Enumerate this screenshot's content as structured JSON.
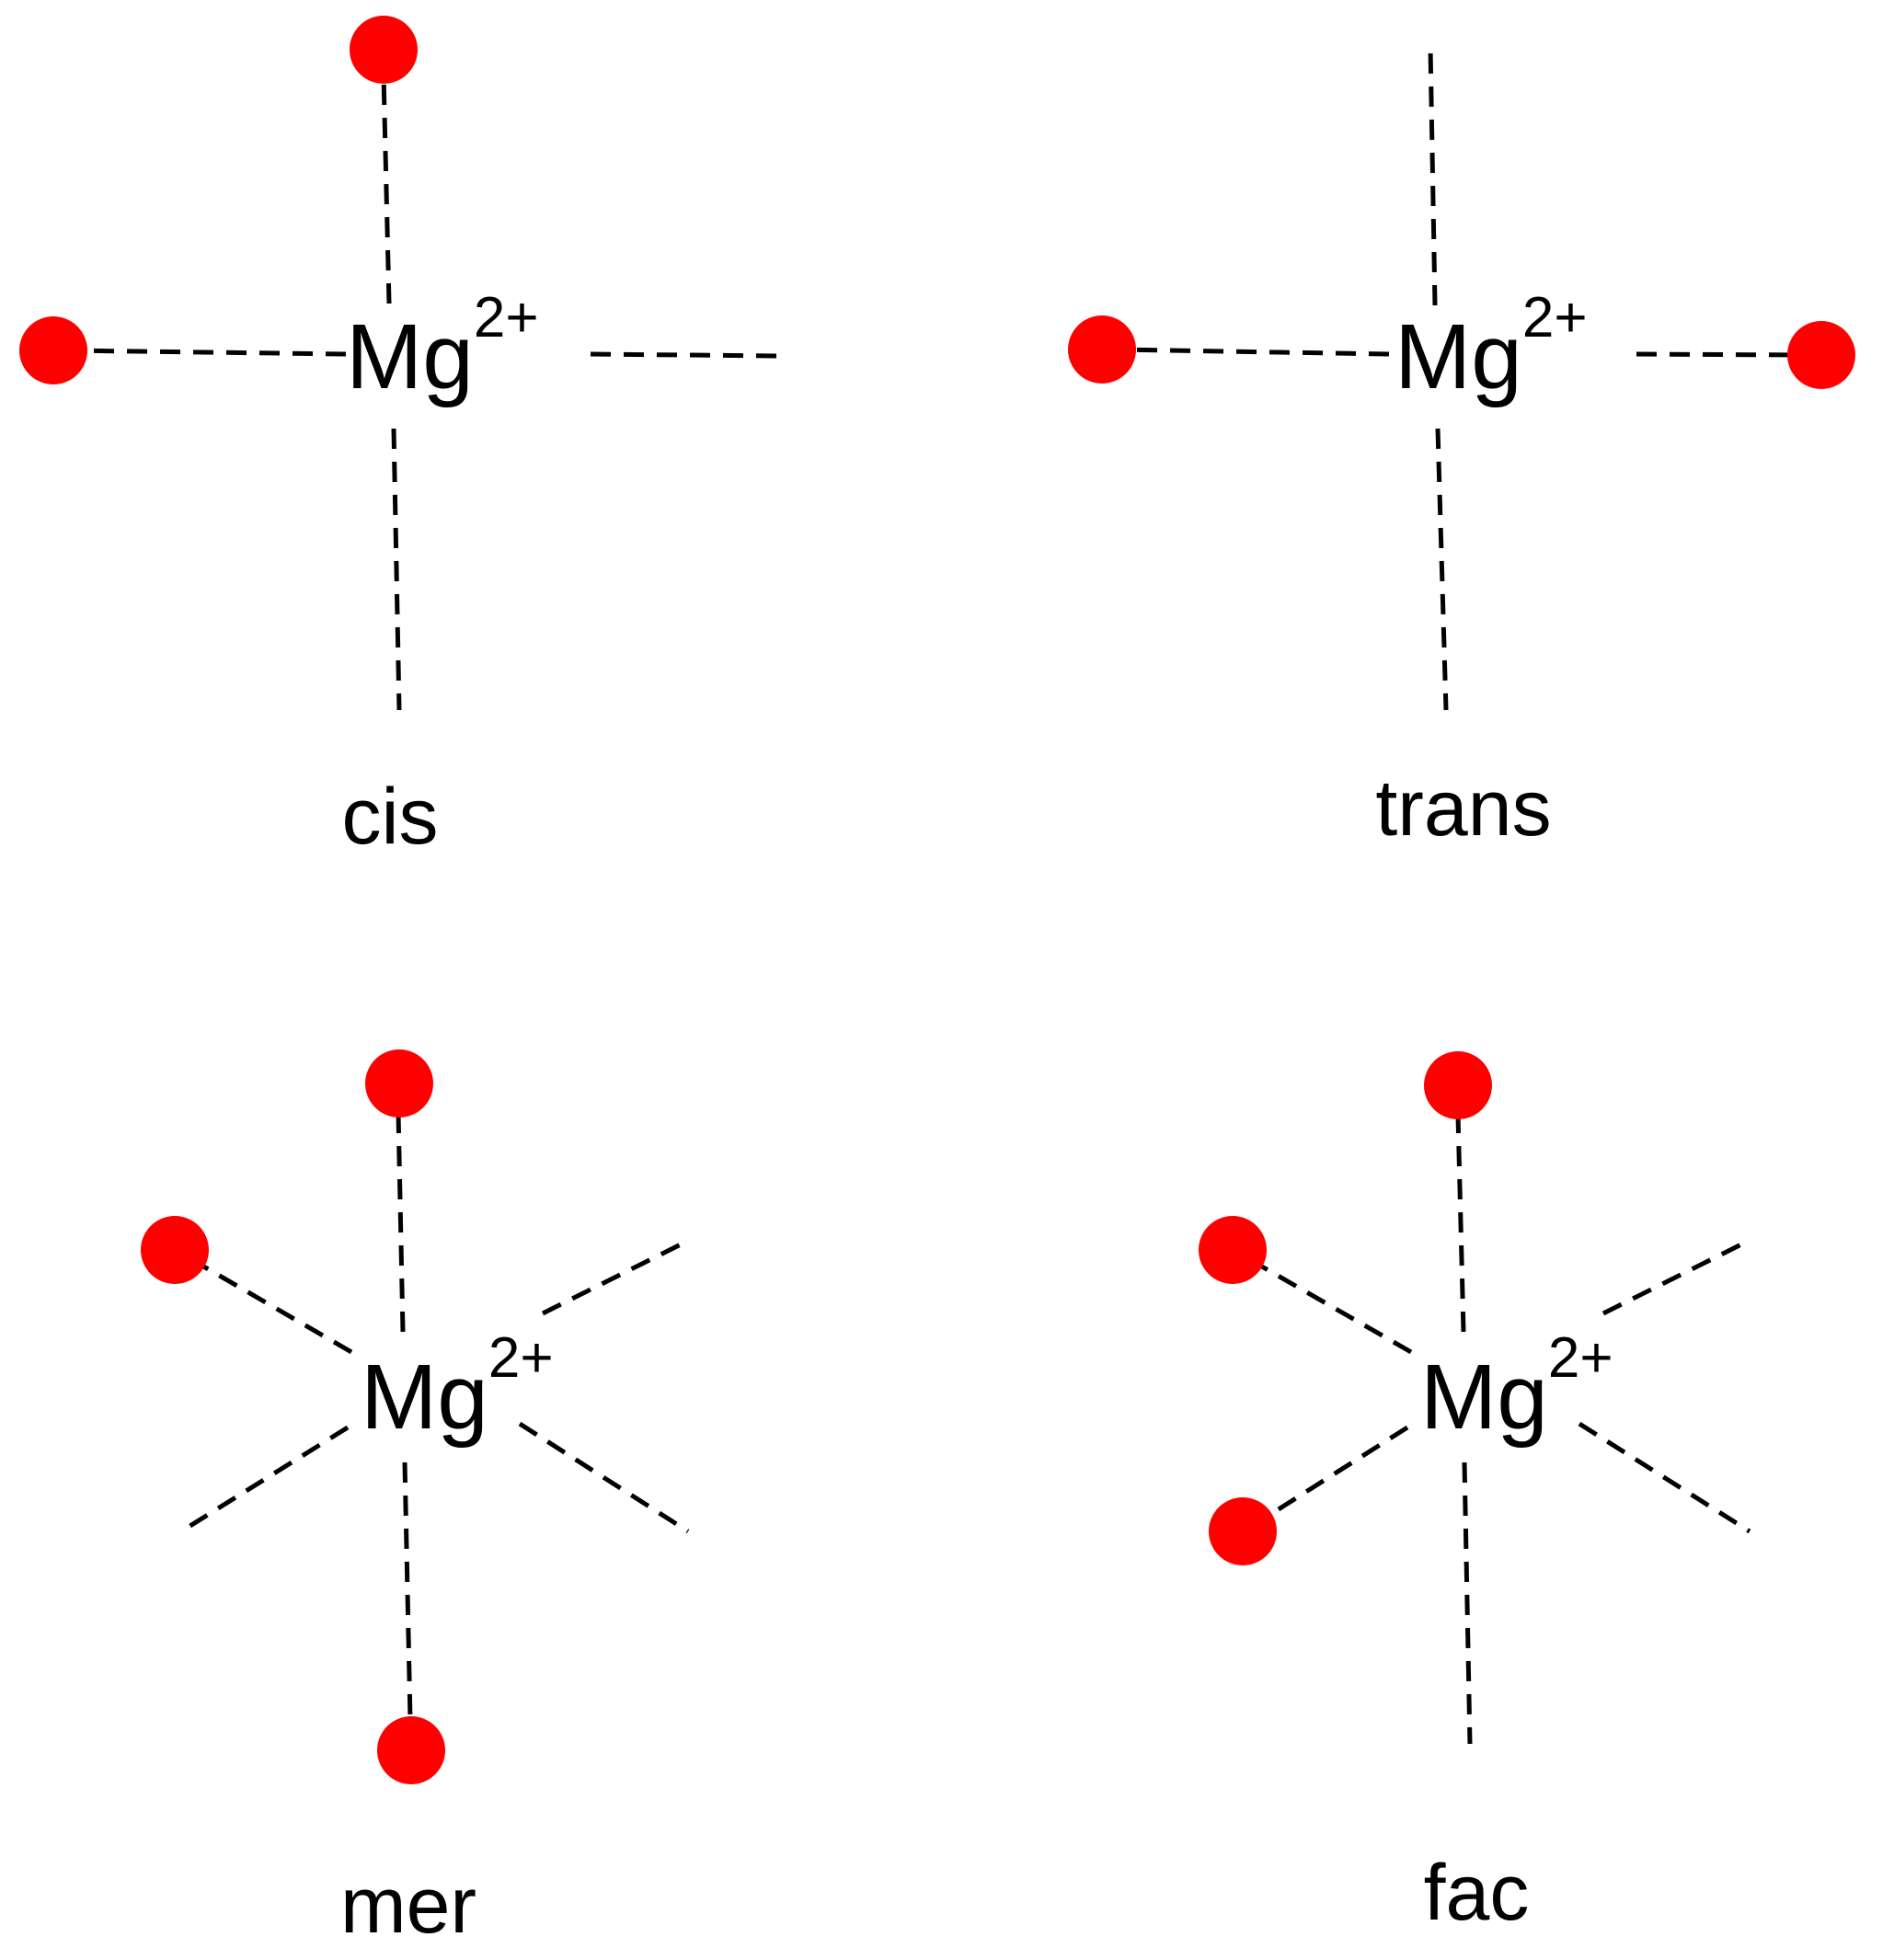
{
  "colors": {
    "ligand": "#ff0000",
    "bond": "#000000"
  },
  "ion": {
    "symbol": "Mg",
    "charge": "2+"
  },
  "isomers": [
    {
      "id": "cis",
      "label": "cis",
      "bonds": [
        {
          "direction": "up",
          "ligand": true
        },
        {
          "direction": "left",
          "ligand": true
        },
        {
          "direction": "right",
          "ligand": false
        },
        {
          "direction": "down",
          "ligand": false
        }
      ]
    },
    {
      "id": "trans",
      "label": "trans",
      "bonds": [
        {
          "direction": "up",
          "ligand": false
        },
        {
          "direction": "left",
          "ligand": true
        },
        {
          "direction": "right",
          "ligand": true
        },
        {
          "direction": "down",
          "ligand": false
        }
      ]
    },
    {
      "id": "mer",
      "label": "mer",
      "bonds": [
        {
          "direction": "up",
          "ligand": true
        },
        {
          "direction": "upper-left",
          "ligand": true
        },
        {
          "direction": "upper-right",
          "ligand": false
        },
        {
          "direction": "lower-left",
          "ligand": false
        },
        {
          "direction": "lower-right",
          "ligand": false
        },
        {
          "direction": "down",
          "ligand": true
        }
      ]
    },
    {
      "id": "fac",
      "label": "fac",
      "bonds": [
        {
          "direction": "up",
          "ligand": true
        },
        {
          "direction": "upper-left",
          "ligand": true
        },
        {
          "direction": "upper-right",
          "ligand": false
        },
        {
          "direction": "lower-left",
          "ligand": true
        },
        {
          "direction": "lower-right",
          "ligand": false
        },
        {
          "direction": "down",
          "ligand": false
        }
      ]
    }
  ]
}
